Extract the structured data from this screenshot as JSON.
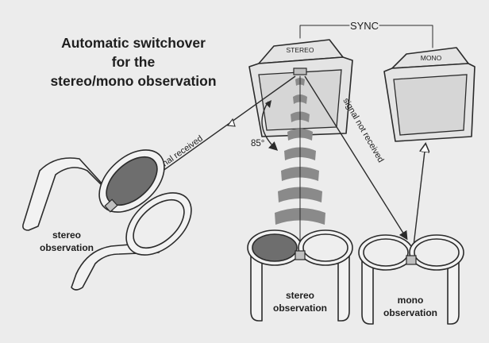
{
  "title": {
    "line1": "Automatic switchover",
    "line2": "for the",
    "line3": "stereo/mono observation"
  },
  "sync_label": "SYNC",
  "monitors": {
    "stereo_tag": "STEREO",
    "mono_tag": "MONO"
  },
  "signals": {
    "received": "signal received",
    "not_received": "signal not received",
    "angle": "85°"
  },
  "glasses": {
    "left_label_line1": "stereo",
    "left_label_line2": "observation",
    "center_label_line1": "stereo",
    "center_label_line2": "observation",
    "right_label_line1": "mono",
    "right_label_line2": "observation"
  }
}
